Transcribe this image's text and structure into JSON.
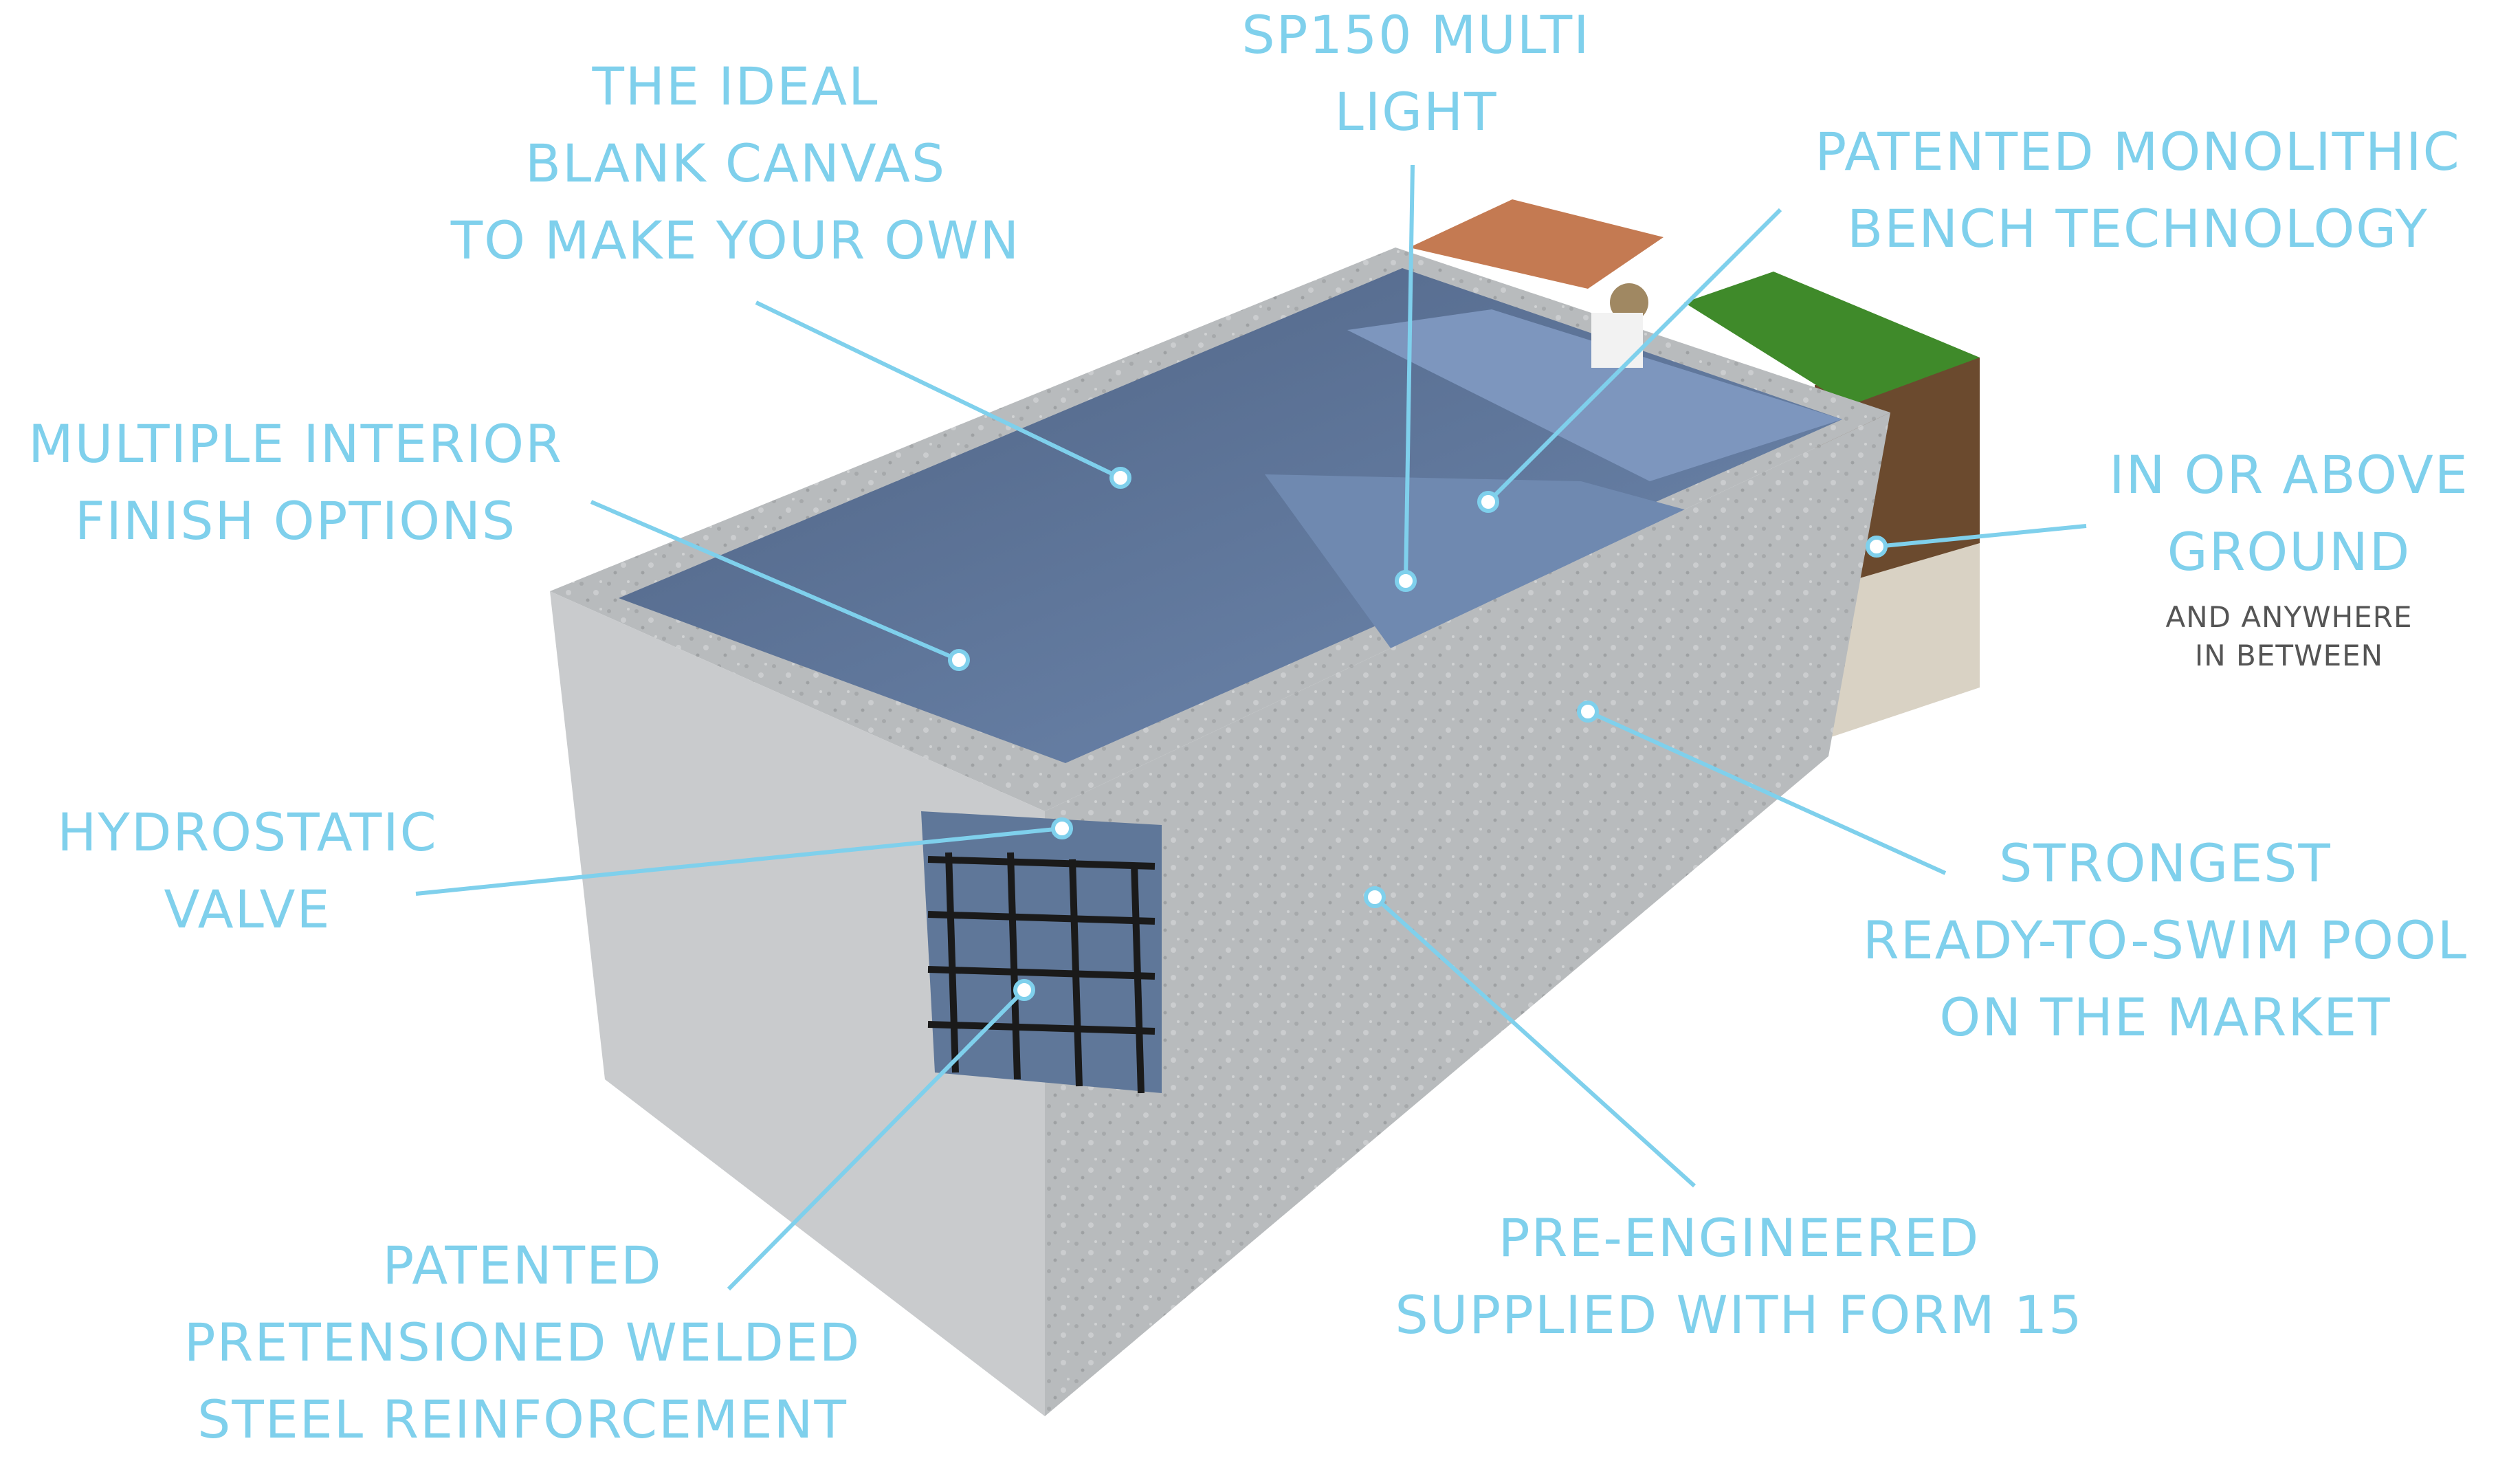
{
  "labels": {
    "ideal_canvas": [
      "THE IDEAL",
      "BLANK CANVAS",
      "TO MAKE YOUR OWN"
    ],
    "sp150_light": [
      "SP150 MULTI",
      "LIGHT"
    ],
    "bench_technology": [
      "PATENTED MONOLITHIC",
      "BENCH TECHNOLOGY"
    ],
    "interior_finish": [
      "MULTIPLE INTERIOR",
      "FINISH OPTIONS"
    ],
    "ground": [
      "IN OR ABOVE",
      "GROUND"
    ],
    "ground_sub": [
      "AND ANYWHERE",
      "IN BETWEEN"
    ],
    "hydrostatic_valve": [
      "HYDROSTATIC",
      "VALVE"
    ],
    "strongest_pool": [
      "STRONGEST",
      "READY-TO-SWIM POOL",
      "ON THE MARKET"
    ],
    "pre_engineered": [
      "PRE-ENGINEERED",
      "SUPPLIED WITH FORM 15"
    ],
    "steel_reinforcement": [
      "PATENTED",
      "PRETENSIONED WELDED",
      "STEEL REINFORCEMENT"
    ]
  },
  "colors": {
    "label_text": "#7fd0ec",
    "callout_line": "#7fd0ec",
    "concrete": "#b9bcbe",
    "pool_interior": "#5f7799",
    "grass": "#3f8a2a",
    "paver": "#c47a52",
    "soil": "#6b4a2e"
  }
}
